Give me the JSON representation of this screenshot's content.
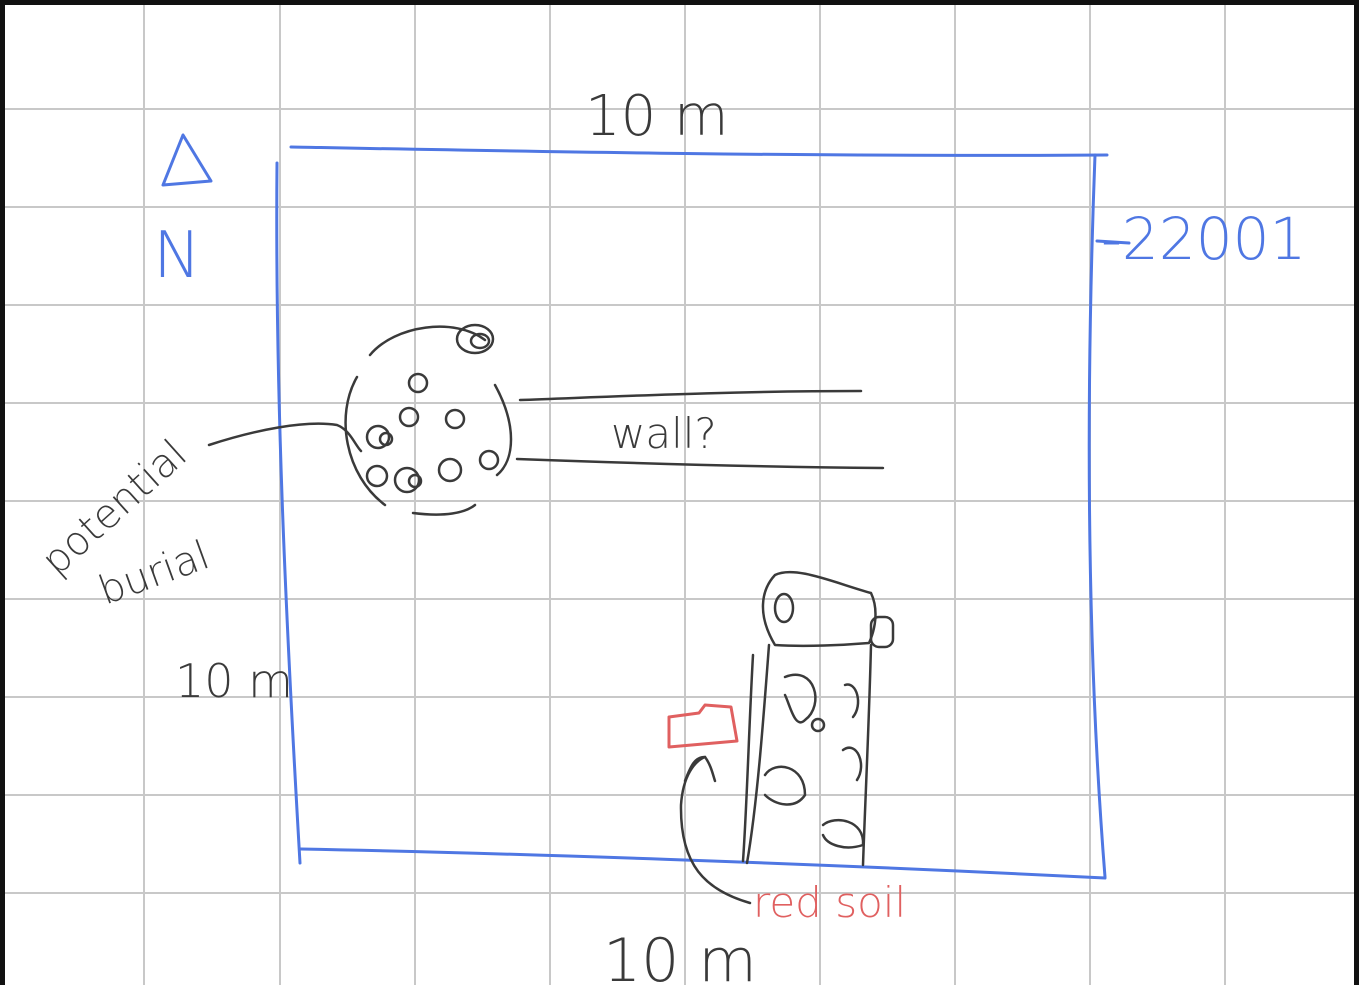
{
  "sketch": {
    "north_arrow": {
      "symbol": "Δ",
      "letter": "N"
    },
    "dimension_top": "10 m",
    "dimension_left": "10 m",
    "dimension_bottom": "10 m",
    "unit_id": "-22001",
    "feature_wall": "wall?",
    "feature_burial": {
      "line1": "potential",
      "line2": "burial"
    },
    "feature_red_soil": "red soil"
  },
  "colors": {
    "grid": "#c8c8c8",
    "unit_outline": "#4f77e3",
    "pencil": "#3a3a3a",
    "red_soil": "#e06060"
  },
  "icons": [
    "north-arrow-icon"
  ]
}
